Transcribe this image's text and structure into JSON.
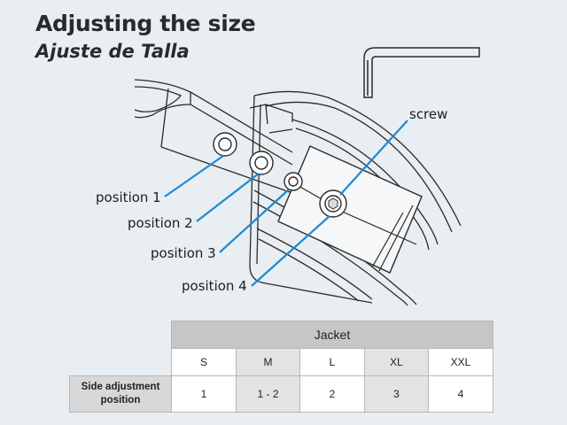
{
  "heading": {
    "title": "Adjusting the size",
    "subtitle": "Ajuste de Talla"
  },
  "labels": {
    "screw": "screw",
    "position_1": "position 1",
    "position_2": "position 2",
    "position_3": "position 3",
    "position_4": "position 4"
  },
  "colors": {
    "callout_line": "#1e88d2",
    "drawing_line": "#2b2b2b",
    "table_header": "#c6c6c6",
    "table_shade": "#e3e3e3"
  },
  "size_table": {
    "group_header": "Jacket",
    "row_header": "Side adjustment position",
    "sizes": [
      "S",
      "M",
      "L",
      "XL",
      "XXL"
    ],
    "positions": [
      "1",
      "1 - 2",
      "2",
      "3",
      "4"
    ]
  }
}
